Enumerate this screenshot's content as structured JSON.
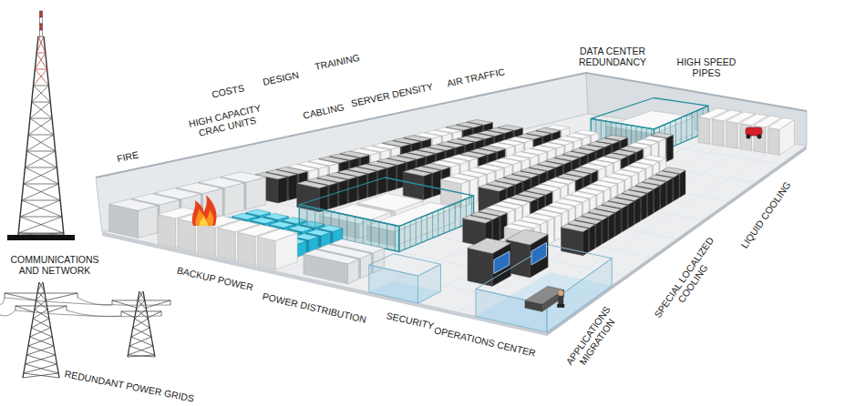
{
  "diagram": {
    "labels": [
      "COMMUNICATIONS AND NETWORK",
      "REDUNDANT POWER GRIDS",
      "FIRE",
      "HIGH CAPACITY CRAC UNITS",
      "COSTS",
      "DESIGN",
      "TRAINING",
      "CABLING",
      "SERVER DENSITY",
      "AIR TRAFFIC",
      "DATA CENTER REDUNDANCY",
      "HIGH SPEED PIPES",
      "LIQUID COOLING",
      "SPECIAL LOCALIZED COOLING",
      "APPLICATIONS MIGRATION",
      "OPERATIONS CENTER",
      "SECURITY",
      "POWER DISTRIBUTION",
      "BACKUP POWER"
    ]
  }
}
